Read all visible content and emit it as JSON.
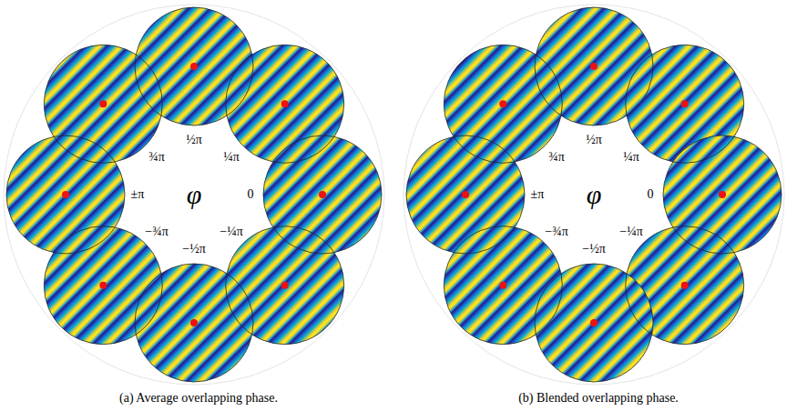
{
  "diagram": {
    "labels": [
      "φ",
      "½π",
      "¼π",
      "0",
      "−¼π",
      "−½π",
      "−¾π",
      "±π",
      "¾π",
      "φ",
      "½π",
      "¼π",
      "0",
      "−¼π",
      "−½π",
      "−¾π",
      "±π",
      "¾π",
      "(a) Average overlapping phase.",
      "(b) Blended overlapping phase."
    ]
  }
}
